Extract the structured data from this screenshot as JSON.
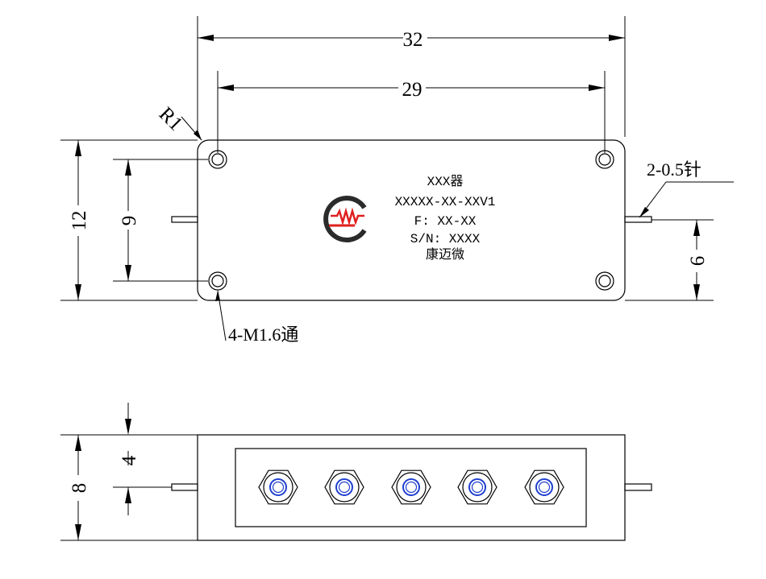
{
  "dimensions": {
    "overall_length": "32",
    "hole_pitch_length": "29",
    "corner_radius": "R1",
    "pin_callout": "2-0.5针",
    "overall_width": "12",
    "hole_pitch_width": "9",
    "pin_offset": "6",
    "hole_callout": "4-M1.6通",
    "overall_height": "8",
    "connector_height": "4"
  },
  "label": {
    "line1": "XXX器",
    "line2": "XXXXX-XX-XXV1",
    "line3": "F: XX-XX",
    "line4": "S/N: XXXX",
    "line5": "康迈微"
  },
  "connectors": [
    "1",
    "2",
    "3",
    "4",
    "5"
  ],
  "colors": {
    "line": "#000000",
    "logo_red": "#e02020",
    "logo_dark": "#2b2b2b",
    "connector_blue": "#1f3fd0"
  },
  "icons": {
    "logo": "company-logo-icon",
    "connector": "sma-connector-icon"
  }
}
